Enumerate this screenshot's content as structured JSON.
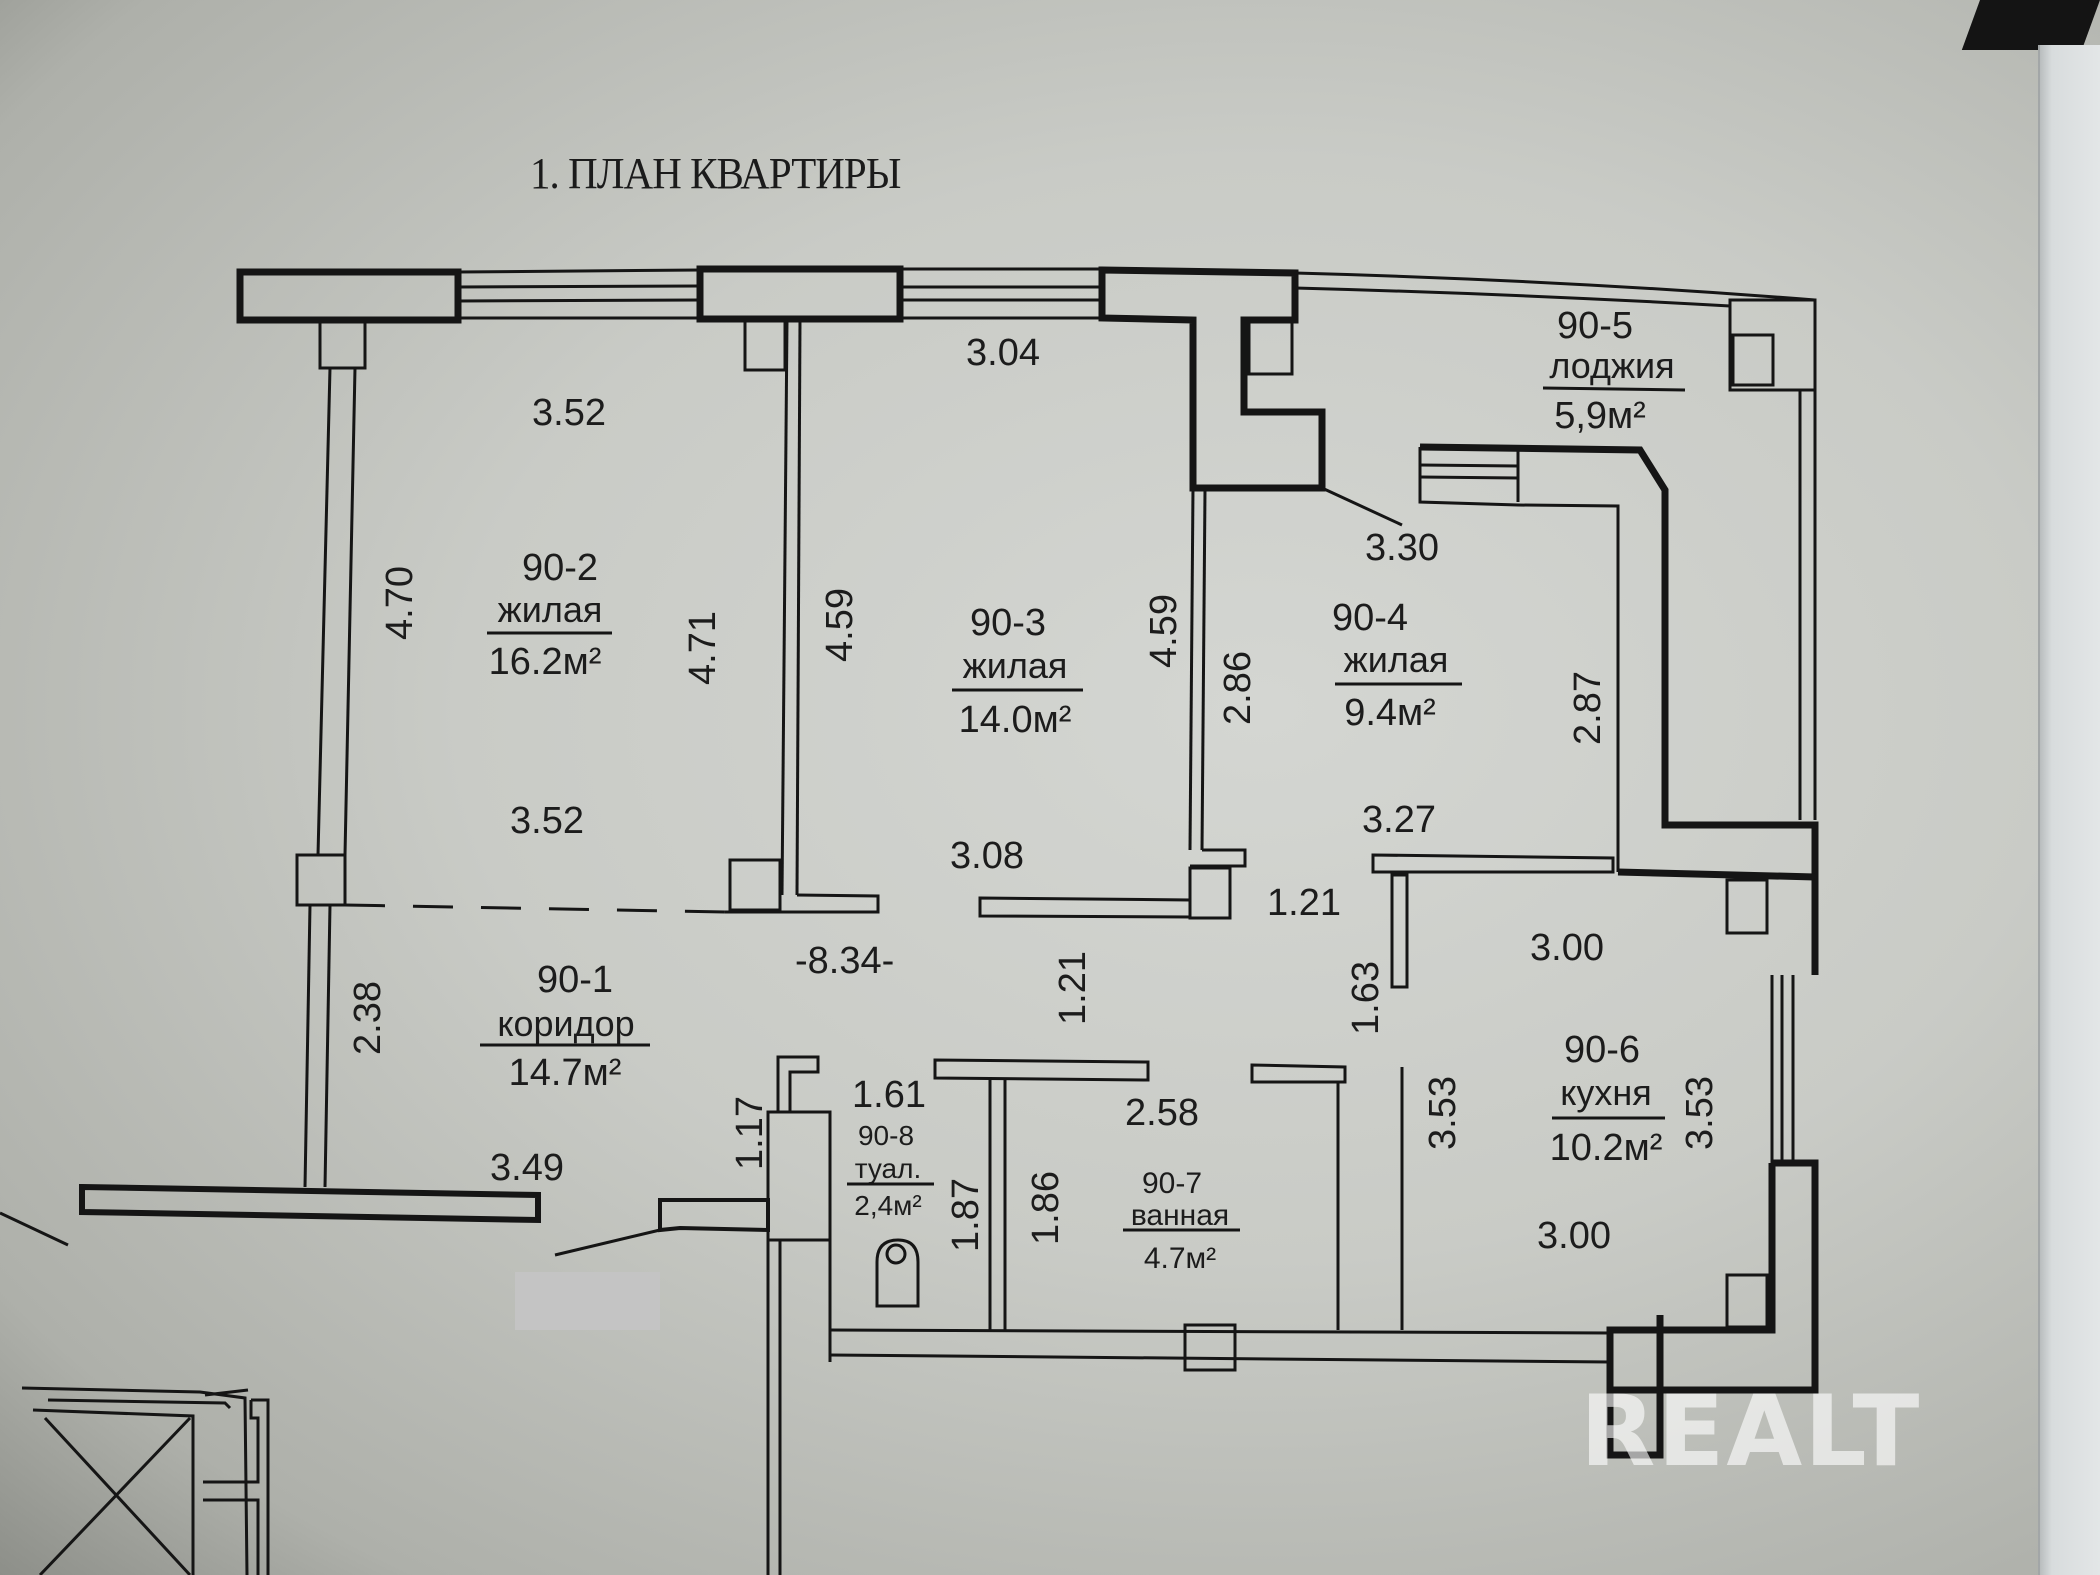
{
  "document": {
    "title": "1. ПЛАН КВАРТИРЫ",
    "watermark": "REALT"
  },
  "rooms": [
    {
      "id": "90-1",
      "type": "коридор",
      "area": "14.7м²"
    },
    {
      "id": "90-2",
      "type": "жилая",
      "area": "16.2м²"
    },
    {
      "id": "90-3",
      "type": "жилая",
      "area": "14.0м²"
    },
    {
      "id": "90-4",
      "type": "жилая",
      "area": "9.4м²"
    },
    {
      "id": "90-5",
      "type": "лоджия",
      "area": "5,9м²"
    },
    {
      "id": "90-6",
      "type": "кухня",
      "area": "10.2м²"
    },
    {
      "id": "90-7",
      "type": "ванная",
      "area": "4.7м²"
    },
    {
      "id": "90-8",
      "type": "туал.",
      "area": "2,4м²"
    }
  ],
  "dimensions": {
    "r2_top": "3.52",
    "r2_bottom": "3.52",
    "r2_left": "4.70",
    "r2_right": "4.71",
    "r3_top": "3.04",
    "r3_bottom": "3.08",
    "r3_left": "4.59",
    "r3_right": "4.59",
    "r4_top": "3.30",
    "r4_bottom": "3.27",
    "r4_left": "2.86",
    "r4_right": "2.87",
    "corridor_length": "-8.34-",
    "corridor_left": "2.38",
    "corridor_bottom": "3.49",
    "corridor_mid_v": "1.21",
    "corridor_mid_h": "1.21",
    "corridor_right_v": "1.63",
    "r6_top": "3.00",
    "r6_bottom": "3.00",
    "r6_left": "3.53",
    "r6_right": "3.53",
    "r7_top": "2.58",
    "r7_left": "1.86",
    "r8_top": "1.61",
    "r8_right": "1.87",
    "entry_v": "1.17"
  },
  "colors": {
    "line": "#151515",
    "paper": "#cfd1cd"
  }
}
